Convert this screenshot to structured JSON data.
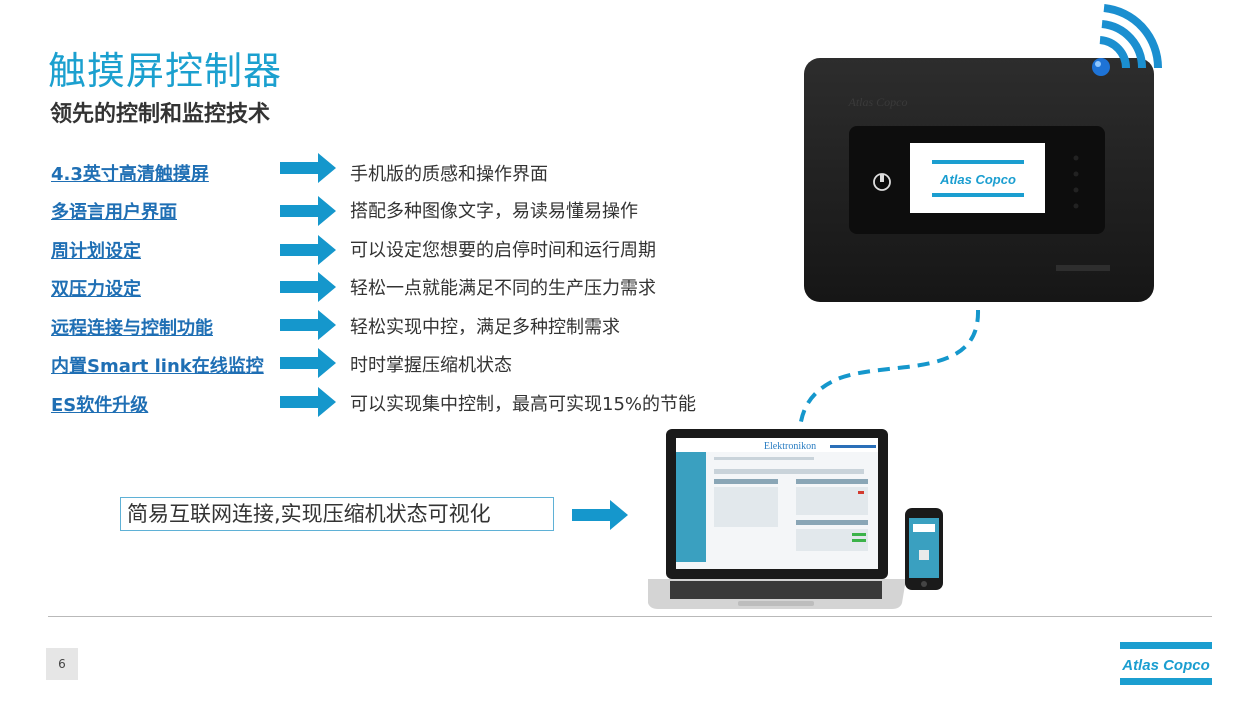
{
  "slide": {
    "title": "触摸屏控制器",
    "subtitle": "领先的控制和监控技术",
    "features": [
      {
        "label": "4.3英寸高清触摸屏",
        "desc": "手机版的质感和操作界面"
      },
      {
        "label": "多语言用户界面",
        "desc": "搭配多种图像文字，易读易懂易操作"
      },
      {
        "label": "周计划设定",
        "desc": "可以设定您想要的启停时间和运行周期"
      },
      {
        "label": "双压力设定",
        "desc": "轻松一点就能满足不同的生产压力需求"
      },
      {
        "label": "远程连接与控制功能",
        "desc": "轻松实现中控，满足多种控制需求"
      },
      {
        "label": "内置Smart link在线监控",
        "desc": "时时掌握压缩机状态"
      },
      {
        "label": "ES软件升级",
        "desc": "可以实现集中控制，最高可实现15%的节能"
      }
    ],
    "callout": "简易互联网连接,实现压缩机状态可视化",
    "page_number": "6"
  },
  "device": {
    "brand_top": "Atlas Copco",
    "screen_logo": "Atlas Copco"
  },
  "laptop": {
    "screen_title": "Elektronikon"
  },
  "logo": {
    "text": "Atlas Copco"
  },
  "colors": {
    "accent": "#1ba0cf",
    "link": "#1f6fb4",
    "arrow": "#1597cc",
    "device": "#1f1f1f"
  }
}
